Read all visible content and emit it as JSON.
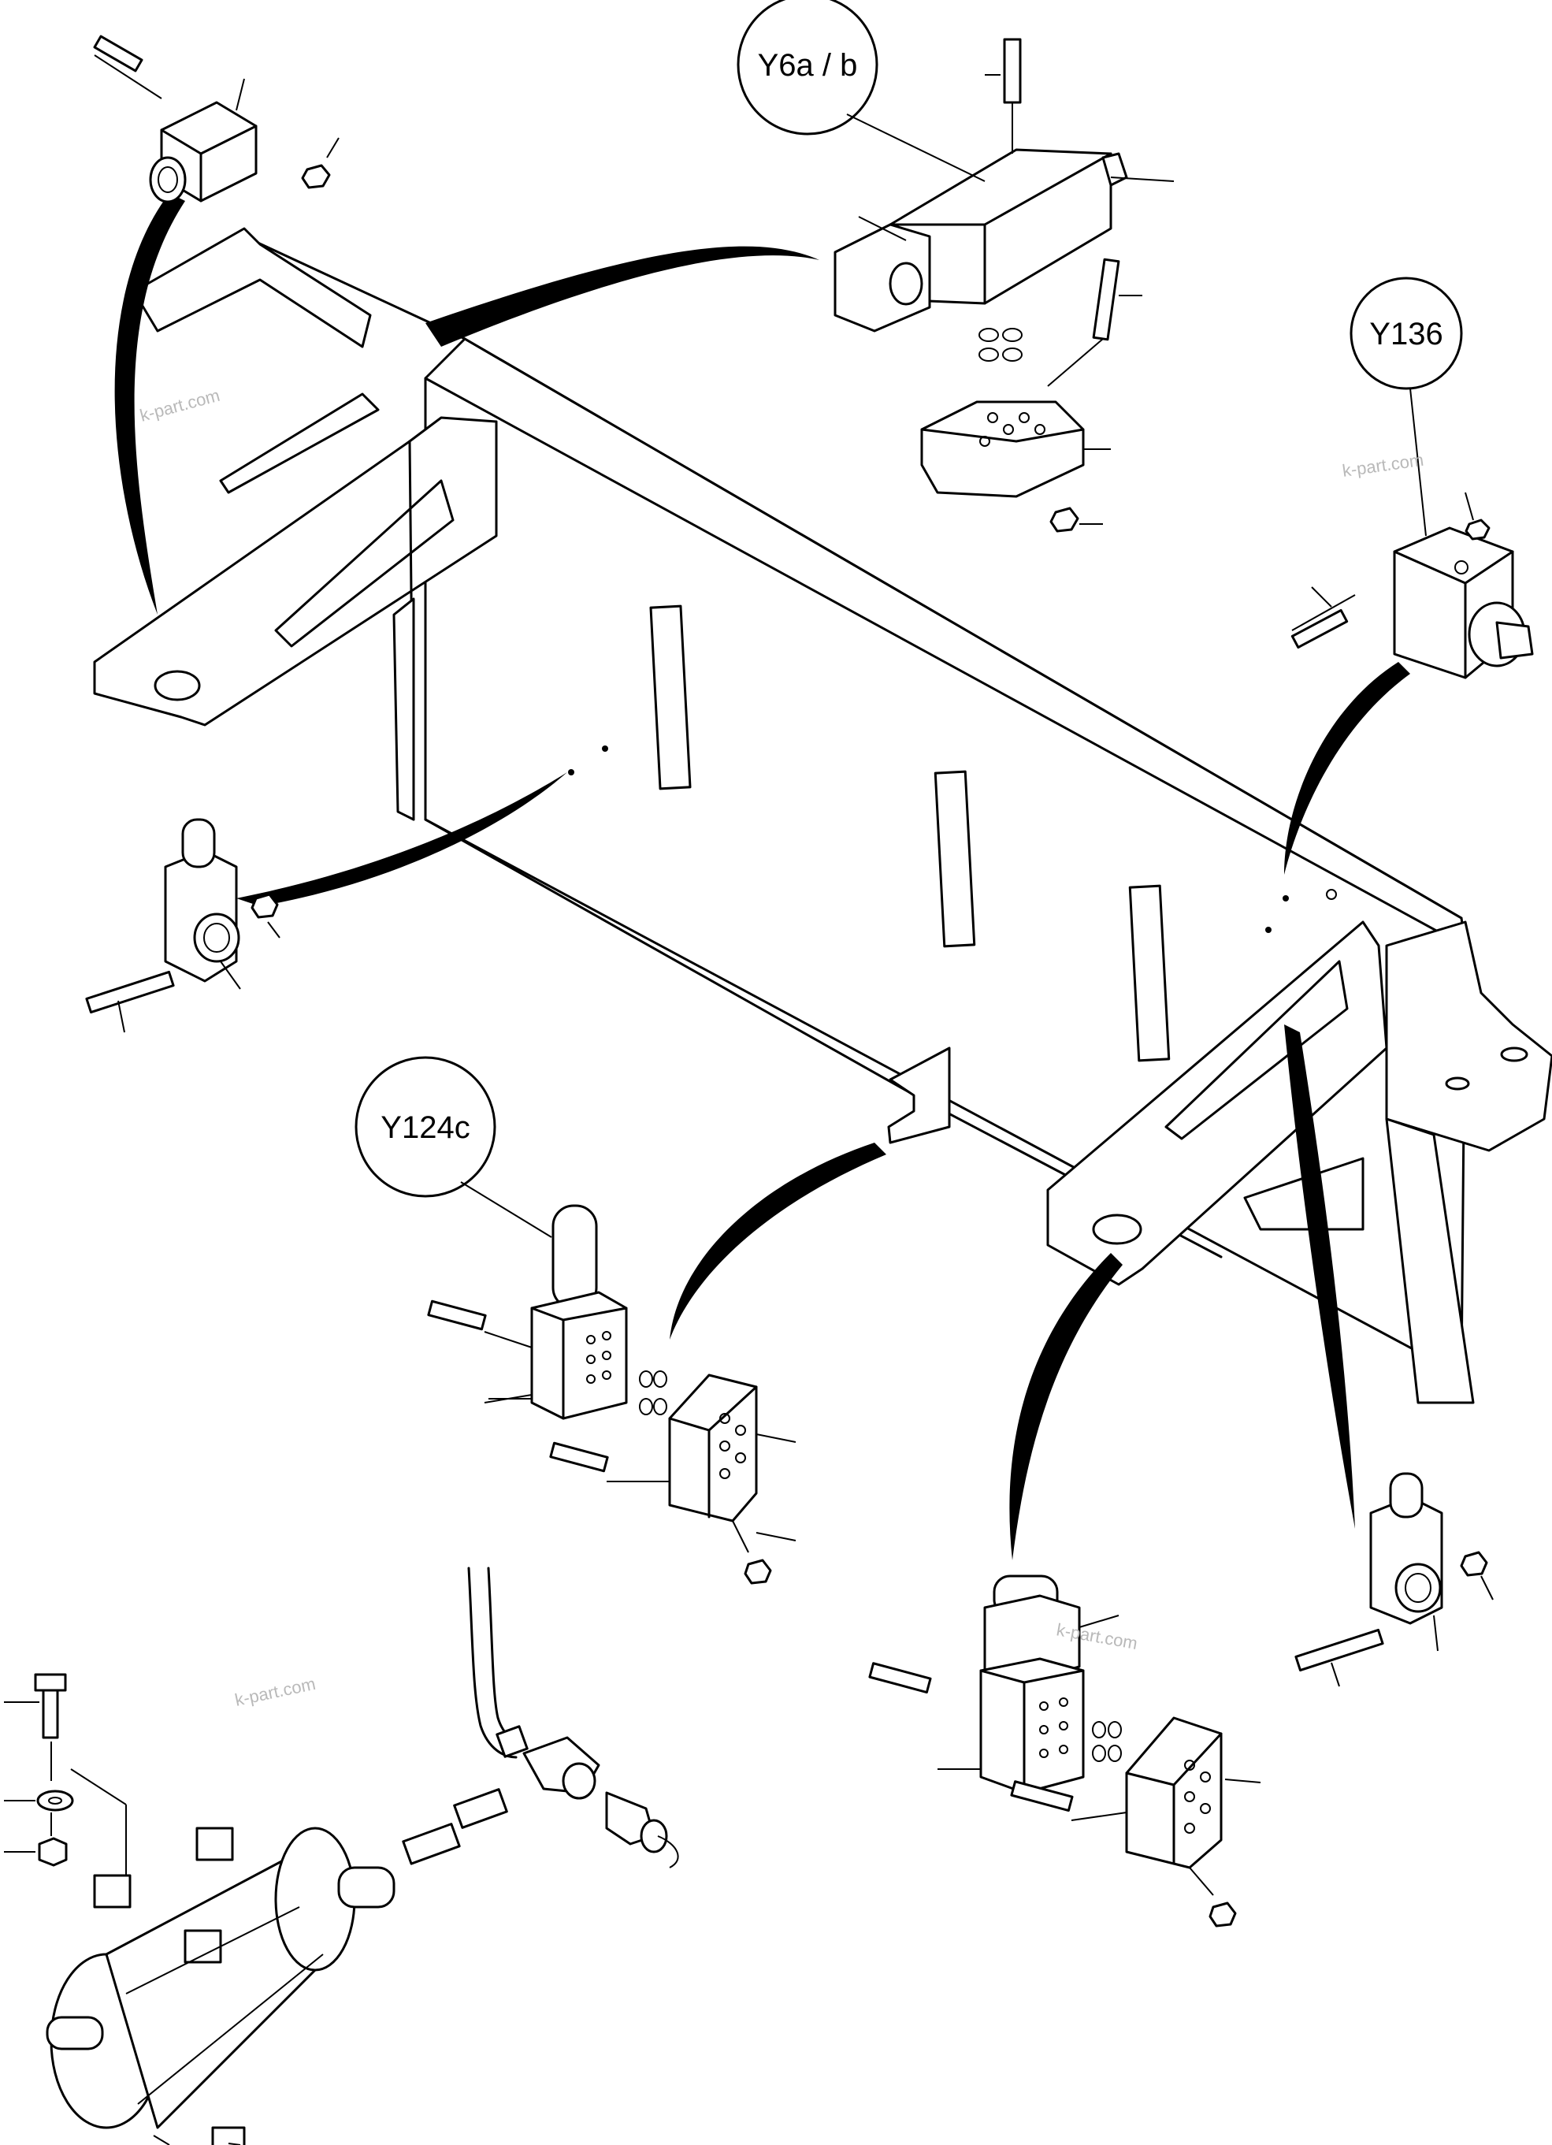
{
  "callouts": {
    "y6": "Y6a / b",
    "y136": "Y136",
    "y124c": "Y124c"
  },
  "watermark": "k-part.com"
}
